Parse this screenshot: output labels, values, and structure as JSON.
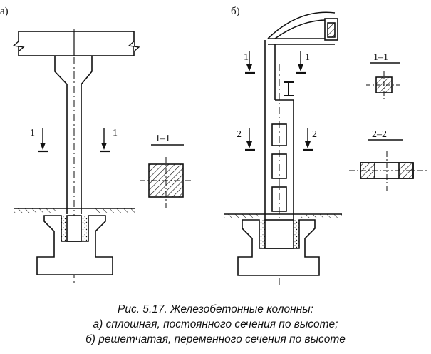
{
  "figure": {
    "panel_a_label": "а)",
    "panel_b_label": "б)",
    "a_section_mark_left": "1",
    "a_section_mark_right": "1",
    "a_section_title": "1–1",
    "b_section1_mark_left": "1",
    "b_section1_mark_right": "1",
    "b_section2_mark_left": "2",
    "b_section2_mark_right": "2",
    "b_section1_title": "1–1",
    "b_section2_title": "2–2"
  },
  "caption": {
    "line1": "Рис. 5.17. Железобетонные колонны:",
    "line2": "а) сплошная, постоянного сечения по высоте;",
    "line3": "б) решетчатая, переменного сечения по высоте"
  }
}
